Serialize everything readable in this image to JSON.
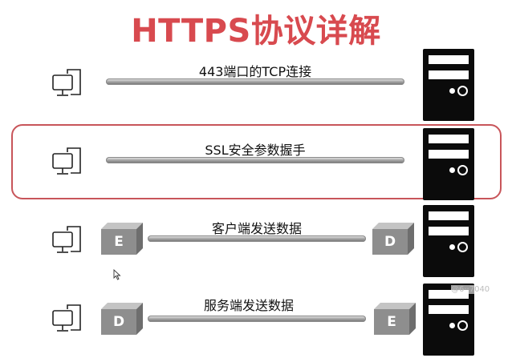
{
  "title": "HTTPS协议详解",
  "rows": [
    {
      "label": "443端口的TCP连接",
      "client_cube": "",
      "server_cube": ""
    },
    {
      "label": "SSL安全参数握手",
      "client_cube": "",
      "server_cube": ""
    },
    {
      "label": "客户端发送数据",
      "client_cube": "E",
      "server_cube": "D"
    },
    {
      "label": "服务端发送数据",
      "client_cube": "D",
      "server_cube": "E"
    }
  ],
  "watermark": "@6··7040",
  "colors": {
    "title": "#d84a4f",
    "highlight": "#c8555a",
    "server": "#0b0b0b",
    "cube": "#8e8e8e"
  }
}
